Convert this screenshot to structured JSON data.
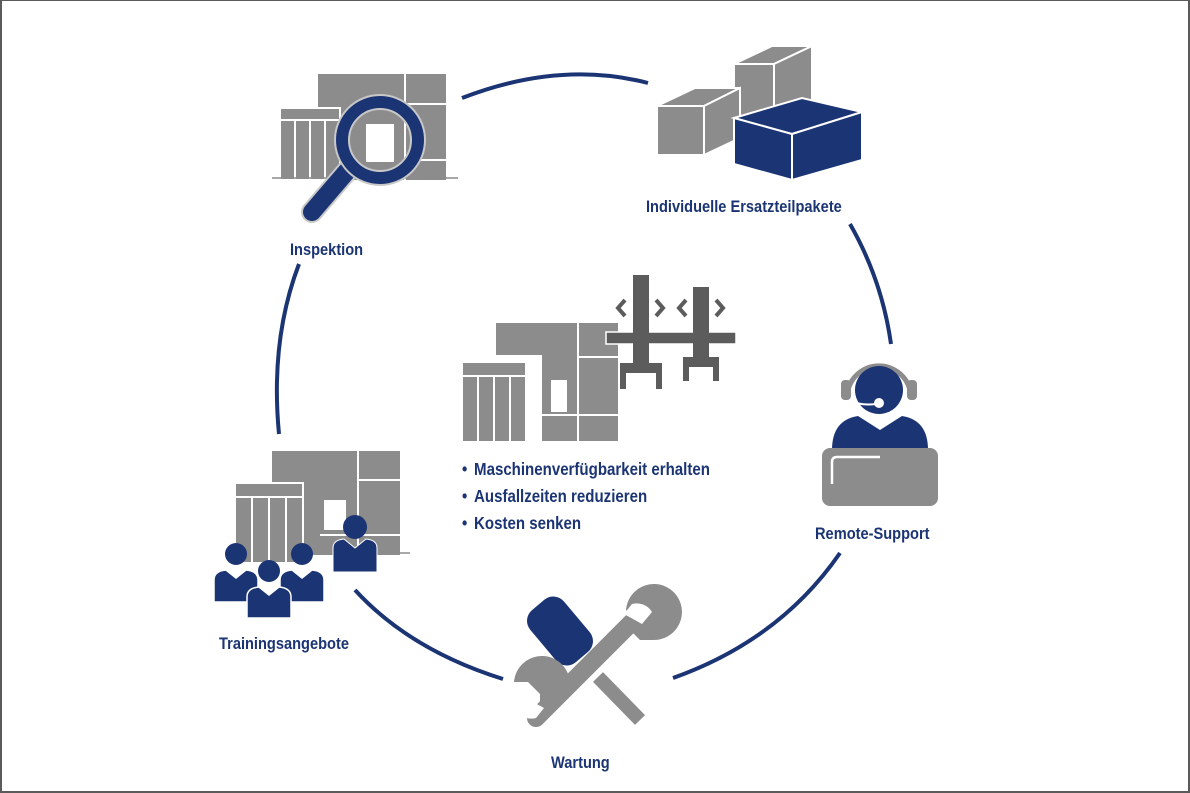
{
  "colors": {
    "navy": "#1b3473",
    "gray": "#8c8c8c",
    "dark_gray": "#5c5c5c",
    "background": "#ffffff"
  },
  "center": {
    "icon": "machine-with-grippers-icon",
    "bullet_glyph": "•",
    "bullets": [
      "Maschinenverfügbarkeit erhalten",
      "Ausfallzeiten reduzieren",
      "Kosten senken"
    ]
  },
  "cycle": {
    "nodes": [
      {
        "label": "Inspektion",
        "icon": "magnifier-machine-icon"
      },
      {
        "label": "Individuelle Ersatzteilpakete",
        "icon": "spare-parts-boxes-icon"
      },
      {
        "label": "Remote-Support",
        "icon": "headset-operator-icon"
      },
      {
        "label": "Wartung",
        "icon": "wrench-screwdriver-icon"
      },
      {
        "label": "Trainingsangebote",
        "icon": "training-group-icon"
      }
    ]
  }
}
